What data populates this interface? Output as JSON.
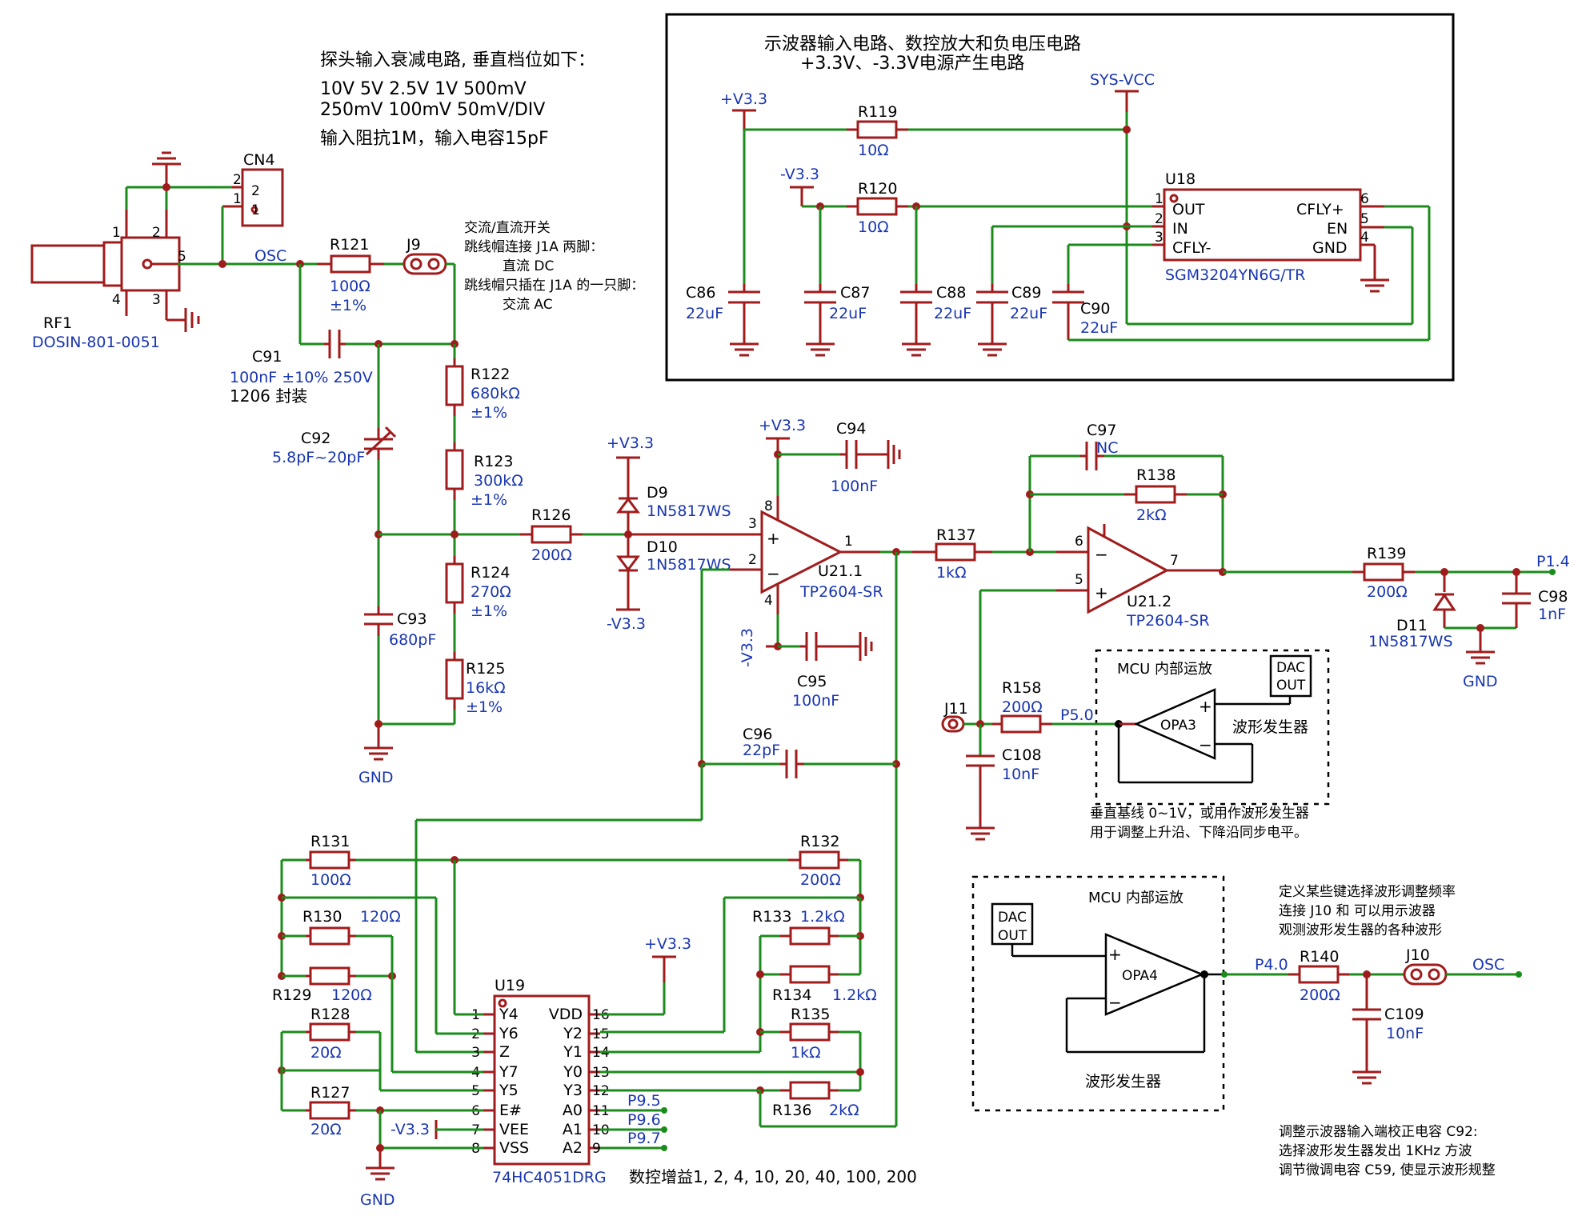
{
  "header": {
    "probe_title": "探头输入衰减电路, 垂直档位如下：",
    "probe_line1": "10V 5V 2.5V 1V 500mV",
    "probe_line2": "250mV 100mV 50mV/DIV",
    "probe_line3": "输入阻抗1M，输入电容15pF",
    "power_title1": "示波器输入电路、数控放大和负电压电路",
    "power_title2": "+3.3V、-3.3V电源产生电路"
  },
  "notes": {
    "acdc_1": "交流/直流开关",
    "acdc_2": "跳线帽连接 J1A 两脚：",
    "acdc_3": "直流 DC",
    "acdc_4": "跳线帽只插在 J1A 的一只脚：",
    "acdc_5": "交流 AC",
    "baseline_1": "垂直基线 0~1V，或用作波形发生器",
    "baseline_2": "用于调整上升沿、下降沿同步电平。",
    "freq_1": "定义某些键选择波形调整频率",
    "freq_2": "连接 J10 和 可以用示波器",
    "freq_3": "观测波形发生器的各种波形",
    "cal_1": "调整示波器输入端校正电容 C92:",
    "cal_2": "选择波形发生器发出 1KHz 方波",
    "cal_3": "调节微调电容 C59, 使显示波形规整",
    "gain": "数控增益1, 2, 4, 10, 20, 40, 100, 200"
  },
  "nets": {
    "v33": "+V3.3",
    "nv33": "-V3.3",
    "sysvcc": "SYS-VCC",
    "gnd": "GND",
    "osc": "OSC",
    "p14": "P1.4",
    "p50": "P5.0",
    "p40": "P4.0",
    "p95": "P9.5",
    "p96": "P9.6",
    "p97": "P9.7"
  },
  "parts": {
    "rf1": {
      "ref": "RF1",
      "value": "DOSIN-801-0051"
    },
    "cn4": {
      "ref": "CN4"
    },
    "r121": {
      "ref": "R121",
      "value": "100Ω",
      "tol": "±1%"
    },
    "j9": {
      "ref": "J9"
    },
    "c91": {
      "ref": "C91",
      "value": "100nF ±10% 250V",
      "pkg": "1206 封装"
    },
    "c92": {
      "ref": "C92",
      "value": "5.8pF~20pF"
    },
    "c93": {
      "ref": "C93",
      "value": "680pF"
    },
    "r122": {
      "ref": "R122",
      "value": "680kΩ",
      "tol": "±1%"
    },
    "r123": {
      "ref": "R123",
      "value": "300kΩ",
      "tol": "±1%"
    },
    "r124": {
      "ref": "R124",
      "value": "270Ω",
      "tol": "±1%"
    },
    "r125": {
      "ref": "R125",
      "value": "16kΩ",
      "tol": "±1%"
    },
    "r126": {
      "ref": "R126",
      "value": "200Ω"
    },
    "d9": {
      "ref": "D9",
      "value": "1N5817WS"
    },
    "d10": {
      "ref": "D10",
      "value": "1N5817WS"
    },
    "c94": {
      "ref": "C94",
      "value": "100nF"
    },
    "c95": {
      "ref": "C95",
      "value": "100nF"
    },
    "u211": {
      "ref": "U21.1",
      "value": "TP2604-SR"
    },
    "c96": {
      "ref": "C96",
      "value": "22pF"
    },
    "r137": {
      "ref": "R137",
      "value": "1kΩ"
    },
    "c97": {
      "ref": "C97",
      "value": "NC"
    },
    "r138": {
      "ref": "R138",
      "value": "2kΩ"
    },
    "u212": {
      "ref": "U21.2",
      "value": "TP2604-SR"
    },
    "r139": {
      "ref": "R139",
      "value": "200Ω"
    },
    "d11": {
      "ref": "D11",
      "value": "1N5817WS"
    },
    "c98": {
      "ref": "C98",
      "value": "1nF"
    },
    "j11": {
      "ref": "J11"
    },
    "r158": {
      "ref": "R158",
      "value": "200Ω"
    },
    "c108": {
      "ref": "C108",
      "value": "10nF"
    },
    "opa3": {
      "ref": "OPA3",
      "box": "MCU 内部运放",
      "dac1": "DAC",
      "dac2": "OUT",
      "func": "波形发生器"
    },
    "opa4": {
      "ref": "OPA4",
      "box": "MCU 内部运放",
      "dac1": "DAC",
      "dac2": "OUT",
      "func": "波形发生器"
    },
    "r140": {
      "ref": "R140",
      "value": "200Ω"
    },
    "j10": {
      "ref": "J10"
    },
    "c109": {
      "ref": "C109",
      "value": "10nF"
    },
    "r119": {
      "ref": "R119",
      "value": "10Ω"
    },
    "r120": {
      "ref": "R120",
      "value": "10Ω"
    },
    "c86": {
      "ref": "C86",
      "value": "22uF"
    },
    "c87": {
      "ref": "C87",
      "value": "22uF"
    },
    "c88": {
      "ref": "C88",
      "value": "22uF"
    },
    "c89": {
      "ref": "C89",
      "value": "22uF"
    },
    "c90": {
      "ref": "C90",
      "value": "22uF"
    },
    "u18": {
      "ref": "U18",
      "value": "SGM3204YN6G/TR"
    },
    "r131": {
      "ref": "R131",
      "value": "100Ω"
    },
    "r132": {
      "ref": "R132",
      "value": "200Ω"
    },
    "r130": {
      "ref": "R130",
      "value": "120Ω"
    },
    "r129": {
      "ref": "R129",
      "value": "120Ω"
    },
    "r128": {
      "ref": "R128",
      "value": "20Ω"
    },
    "r127": {
      "ref": "R127",
      "value": "20Ω"
    },
    "r133": {
      "ref": "R133",
      "value": "1.2kΩ"
    },
    "r134": {
      "ref": "R134",
      "value": "1.2kΩ"
    },
    "r135": {
      "ref": "R135",
      "value": "1kΩ"
    },
    "r136": {
      "ref": "R136",
      "value": "2kΩ"
    },
    "u19": {
      "ref": "U19",
      "value": "74HC4051DRG"
    }
  },
  "u18_pins": {
    "out": "OUT",
    "in": "IN",
    "cfly_n": "CFLY-",
    "cfly_p": "CFLY+",
    "en": "EN",
    "gnd": "GND",
    "n1": "1",
    "n2": "2",
    "n3": "3",
    "n4": "4",
    "n5": "5",
    "n6": "6"
  },
  "u19_pins": {
    "left": [
      "Y4",
      "Y6",
      "Z",
      "Y7",
      "Y5",
      "E#",
      "VEE",
      "VSS"
    ],
    "left_num": [
      "1",
      "2",
      "3",
      "4",
      "5",
      "6",
      "7",
      "8"
    ],
    "right": [
      "VDD",
      "Y2",
      "Y1",
      "Y0",
      "Y3",
      "A0",
      "A1",
      "A2"
    ],
    "right_num": [
      "16",
      "15",
      "14",
      "13",
      "12",
      "11",
      "10",
      "9"
    ]
  },
  "pin_labels": {
    "u211_in_p": "3",
    "u211_in_n": "2",
    "u211_out": "1",
    "u211_vdd": "8",
    "u211_vss": "4",
    "u212_in_n": "6",
    "u212_in_p": "5",
    "u212_out": "7",
    "cn4_1": "1",
    "cn4_2": "2",
    "cn4_p1": "1",
    "cn4_p2": "2",
    "rf1_1": "1",
    "rf1_2": "2",
    "rf1_3": "3",
    "rf1_4": "4",
    "rf1_5": "5",
    "plus": "+",
    "minus": "−"
  }
}
